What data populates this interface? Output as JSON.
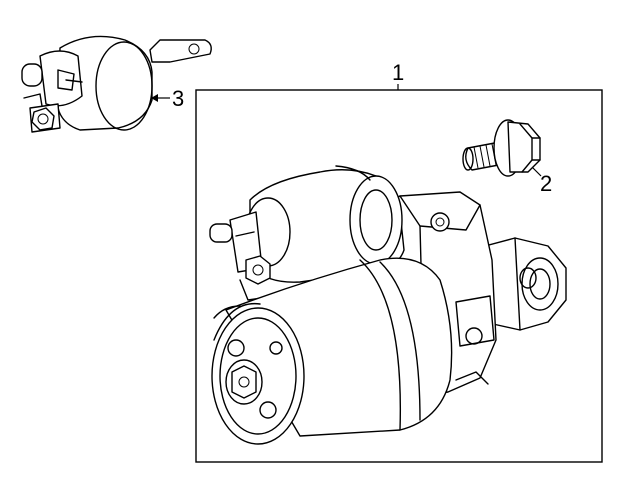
{
  "callouts": {
    "assembly": "1",
    "bolt": "2",
    "solenoid": "3"
  },
  "colors": {
    "line": "#000000",
    "background": "#ffffff"
  }
}
